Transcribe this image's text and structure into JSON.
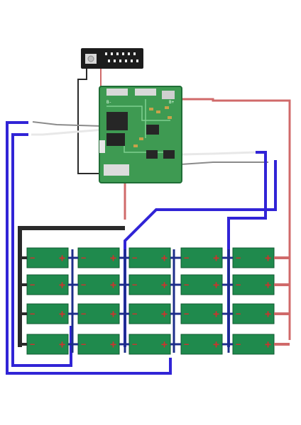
{
  "diagram": {
    "board_marks": {
      "b_minus": "B-",
      "b_plus": "B+"
    },
    "cell_marks": {
      "negative": "−",
      "positive": "+"
    },
    "cells": {
      "rows": 4,
      "columns": 5
    },
    "colors": {
      "background": "#ffffff",
      "pcb_green": "#3e9a52",
      "pcb_dark": "#1f6e36",
      "cell_green": "#1f8a4d",
      "cell_border": "#0f5a30",
      "cell_text": "#d0312d",
      "wire_red": "#d06a6a",
      "wire_blue": "#3124d6",
      "wire_black": "#2a2a2a",
      "wire_white": "#efefef",
      "wire_gray": "#8b8b8b",
      "bus_navy": "#1d2d8a",
      "led_board": "#1c1c1c"
    },
    "icons": [
      "led-indicator-board",
      "bms-protection-board",
      "battery-cell"
    ]
  }
}
